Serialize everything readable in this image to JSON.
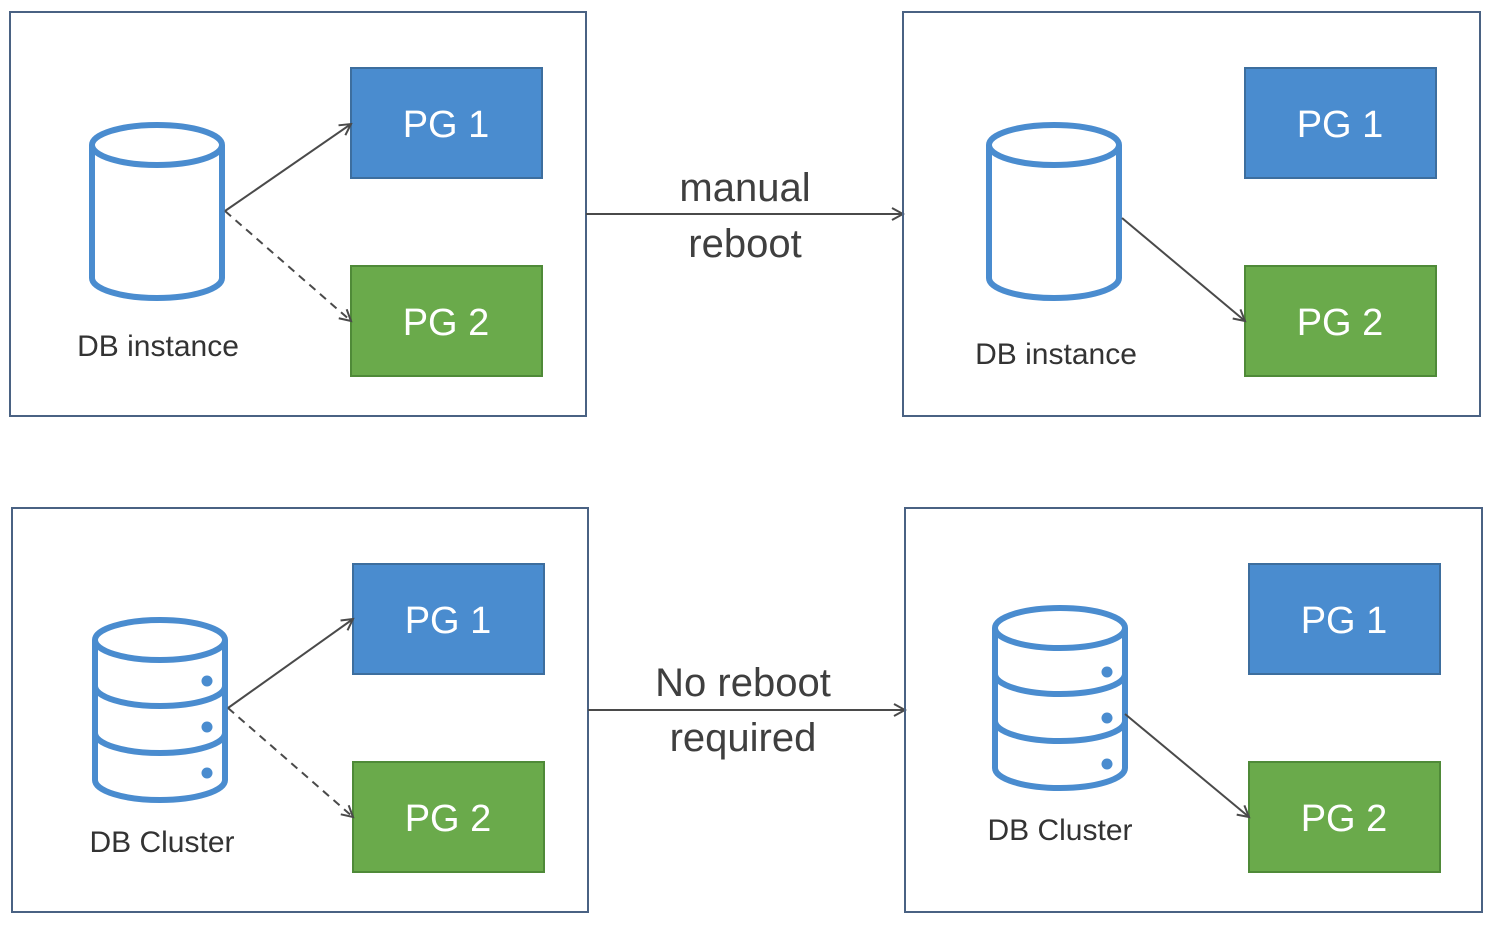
{
  "colors": {
    "frame": "#4a6283",
    "pg1_fill": "#4a8ccf",
    "pg2_fill": "#6aaa4b",
    "icon_stroke": "#4a8ccf",
    "arrow": "#4a4a4a"
  },
  "top_row": {
    "left_panel": {
      "icon": "database-cylinder-icon",
      "db_label": "DB instance",
      "pg1_label": "PG 1",
      "pg2_label": "PG 2"
    },
    "transition": {
      "line1": "manual",
      "line2": "reboot"
    },
    "right_panel": {
      "icon": "database-cylinder-icon",
      "db_label": "DB instance",
      "pg1_label": "PG 1",
      "pg2_label": "PG 2"
    }
  },
  "bottom_row": {
    "left_panel": {
      "icon": "database-cluster-icon",
      "db_label": "DB Cluster",
      "pg1_label": "PG 1",
      "pg2_label": "PG 2"
    },
    "transition": {
      "line1": "No reboot",
      "line2": "required"
    },
    "right_panel": {
      "icon": "database-cluster-icon",
      "db_label": "DB Cluster",
      "pg1_label": "PG 1",
      "pg2_label": "PG 2"
    }
  }
}
